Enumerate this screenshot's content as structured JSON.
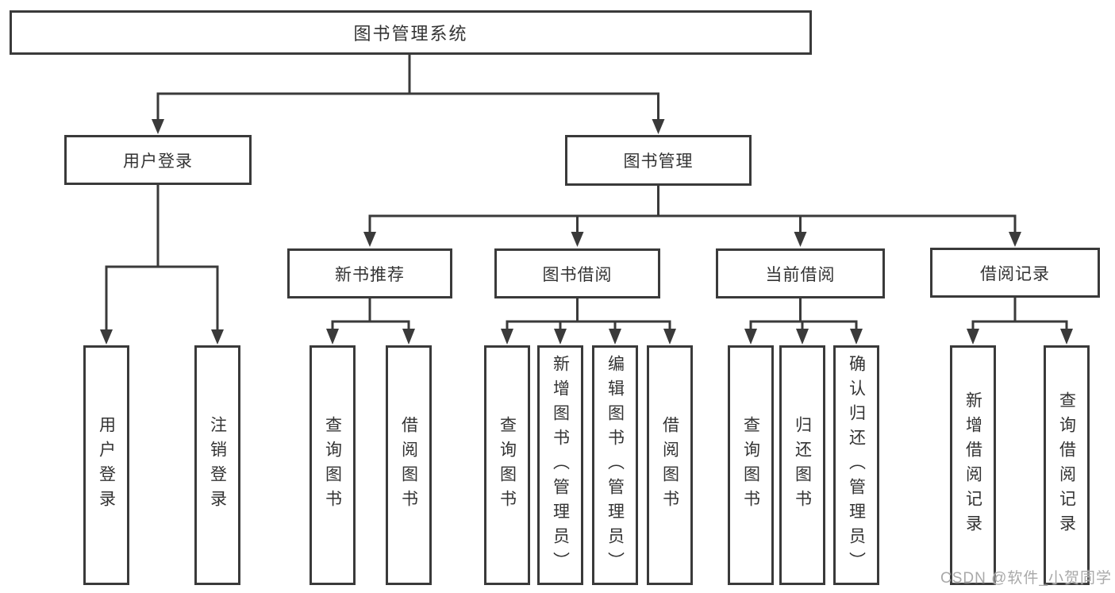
{
  "colors": {
    "line": "#3a3a3a",
    "text": "#333333",
    "box_bg": "#ffffff",
    "watermark": "#a9a9a9"
  },
  "watermark": "CSDN @软件_小贺同学",
  "nodes": {
    "root": "图书管理系统",
    "user_login": "用户登录",
    "book_mgmt": "图书管理",
    "ul_login": "用户登录",
    "ul_logout": "注销登录",
    "new_book": "新书推荐",
    "book_borrow": "图书借阅",
    "current_borrow": "当前借阅",
    "borrow_record": "借阅记录",
    "nb_query": "查询图书",
    "nb_borrow": "借阅图书",
    "bb_query": "查询图书",
    "bb_add": "新增图书（管理员）",
    "bb_edit": "编辑图书（管理员）",
    "bb_borrow": "借阅图书",
    "cb_query": "查询图书",
    "cb_return": "归还图书",
    "cb_confirm": "确认归还（管理员）",
    "br_add": "新增借阅记录",
    "br_query": "查询借阅记录"
  },
  "hierarchy": {
    "图书管理系统": [
      "用户登录",
      "图书管理"
    ],
    "用户登录": [
      "用户登录",
      "注销登录"
    ],
    "图书管理": [
      "新书推荐",
      "图书借阅",
      "当前借阅",
      "借阅记录"
    ],
    "新书推荐": [
      "查询图书",
      "借阅图书"
    ],
    "图书借阅": [
      "查询图书",
      "新增图书（管理员）",
      "编辑图书（管理员）",
      "借阅图书"
    ],
    "当前借阅": [
      "查询图书",
      "归还图书",
      "确认归还（管理员）"
    ],
    "借阅记录": [
      "新增借阅记录",
      "查询借阅记录"
    ]
  }
}
